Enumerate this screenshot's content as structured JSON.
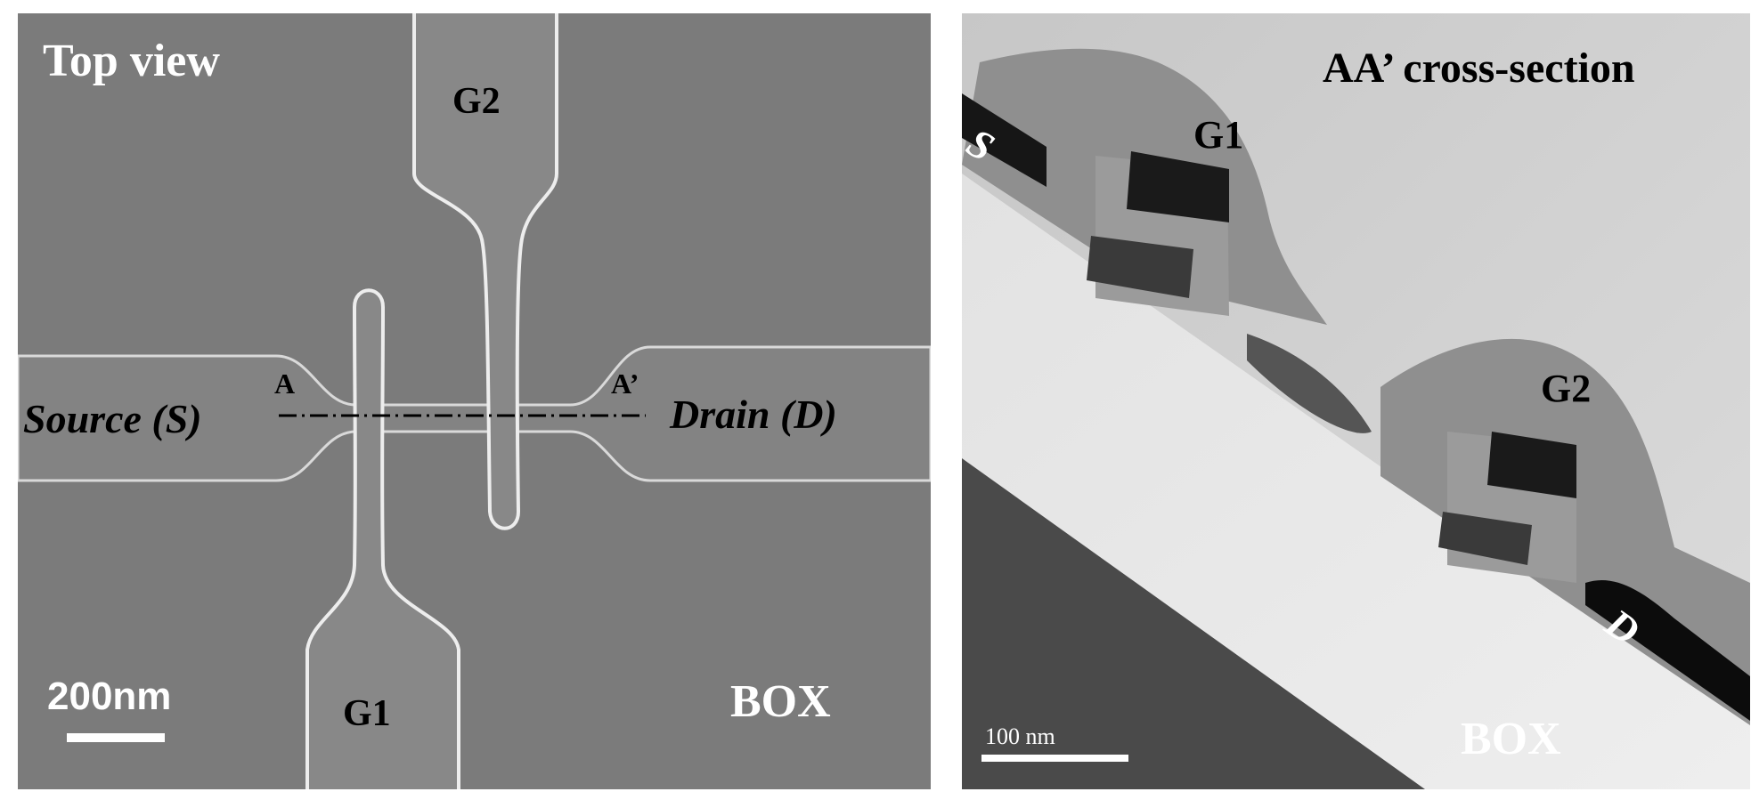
{
  "left_panel": {
    "title": "Top view",
    "gate_top": "G2",
    "gate_bottom": "G1",
    "point_a": "A",
    "point_a_prime": "A’",
    "source_label": "Source (S)",
    "drain_label": "Drain (D)",
    "substrate_label": "BOX",
    "scale_label": "200nm"
  },
  "right_panel": {
    "title": "AA’ cross-section",
    "gate1": "G1",
    "gate2": "G2",
    "source": "S",
    "drain": "D",
    "substrate_label": "BOX",
    "scale_label": "100 nm"
  }
}
